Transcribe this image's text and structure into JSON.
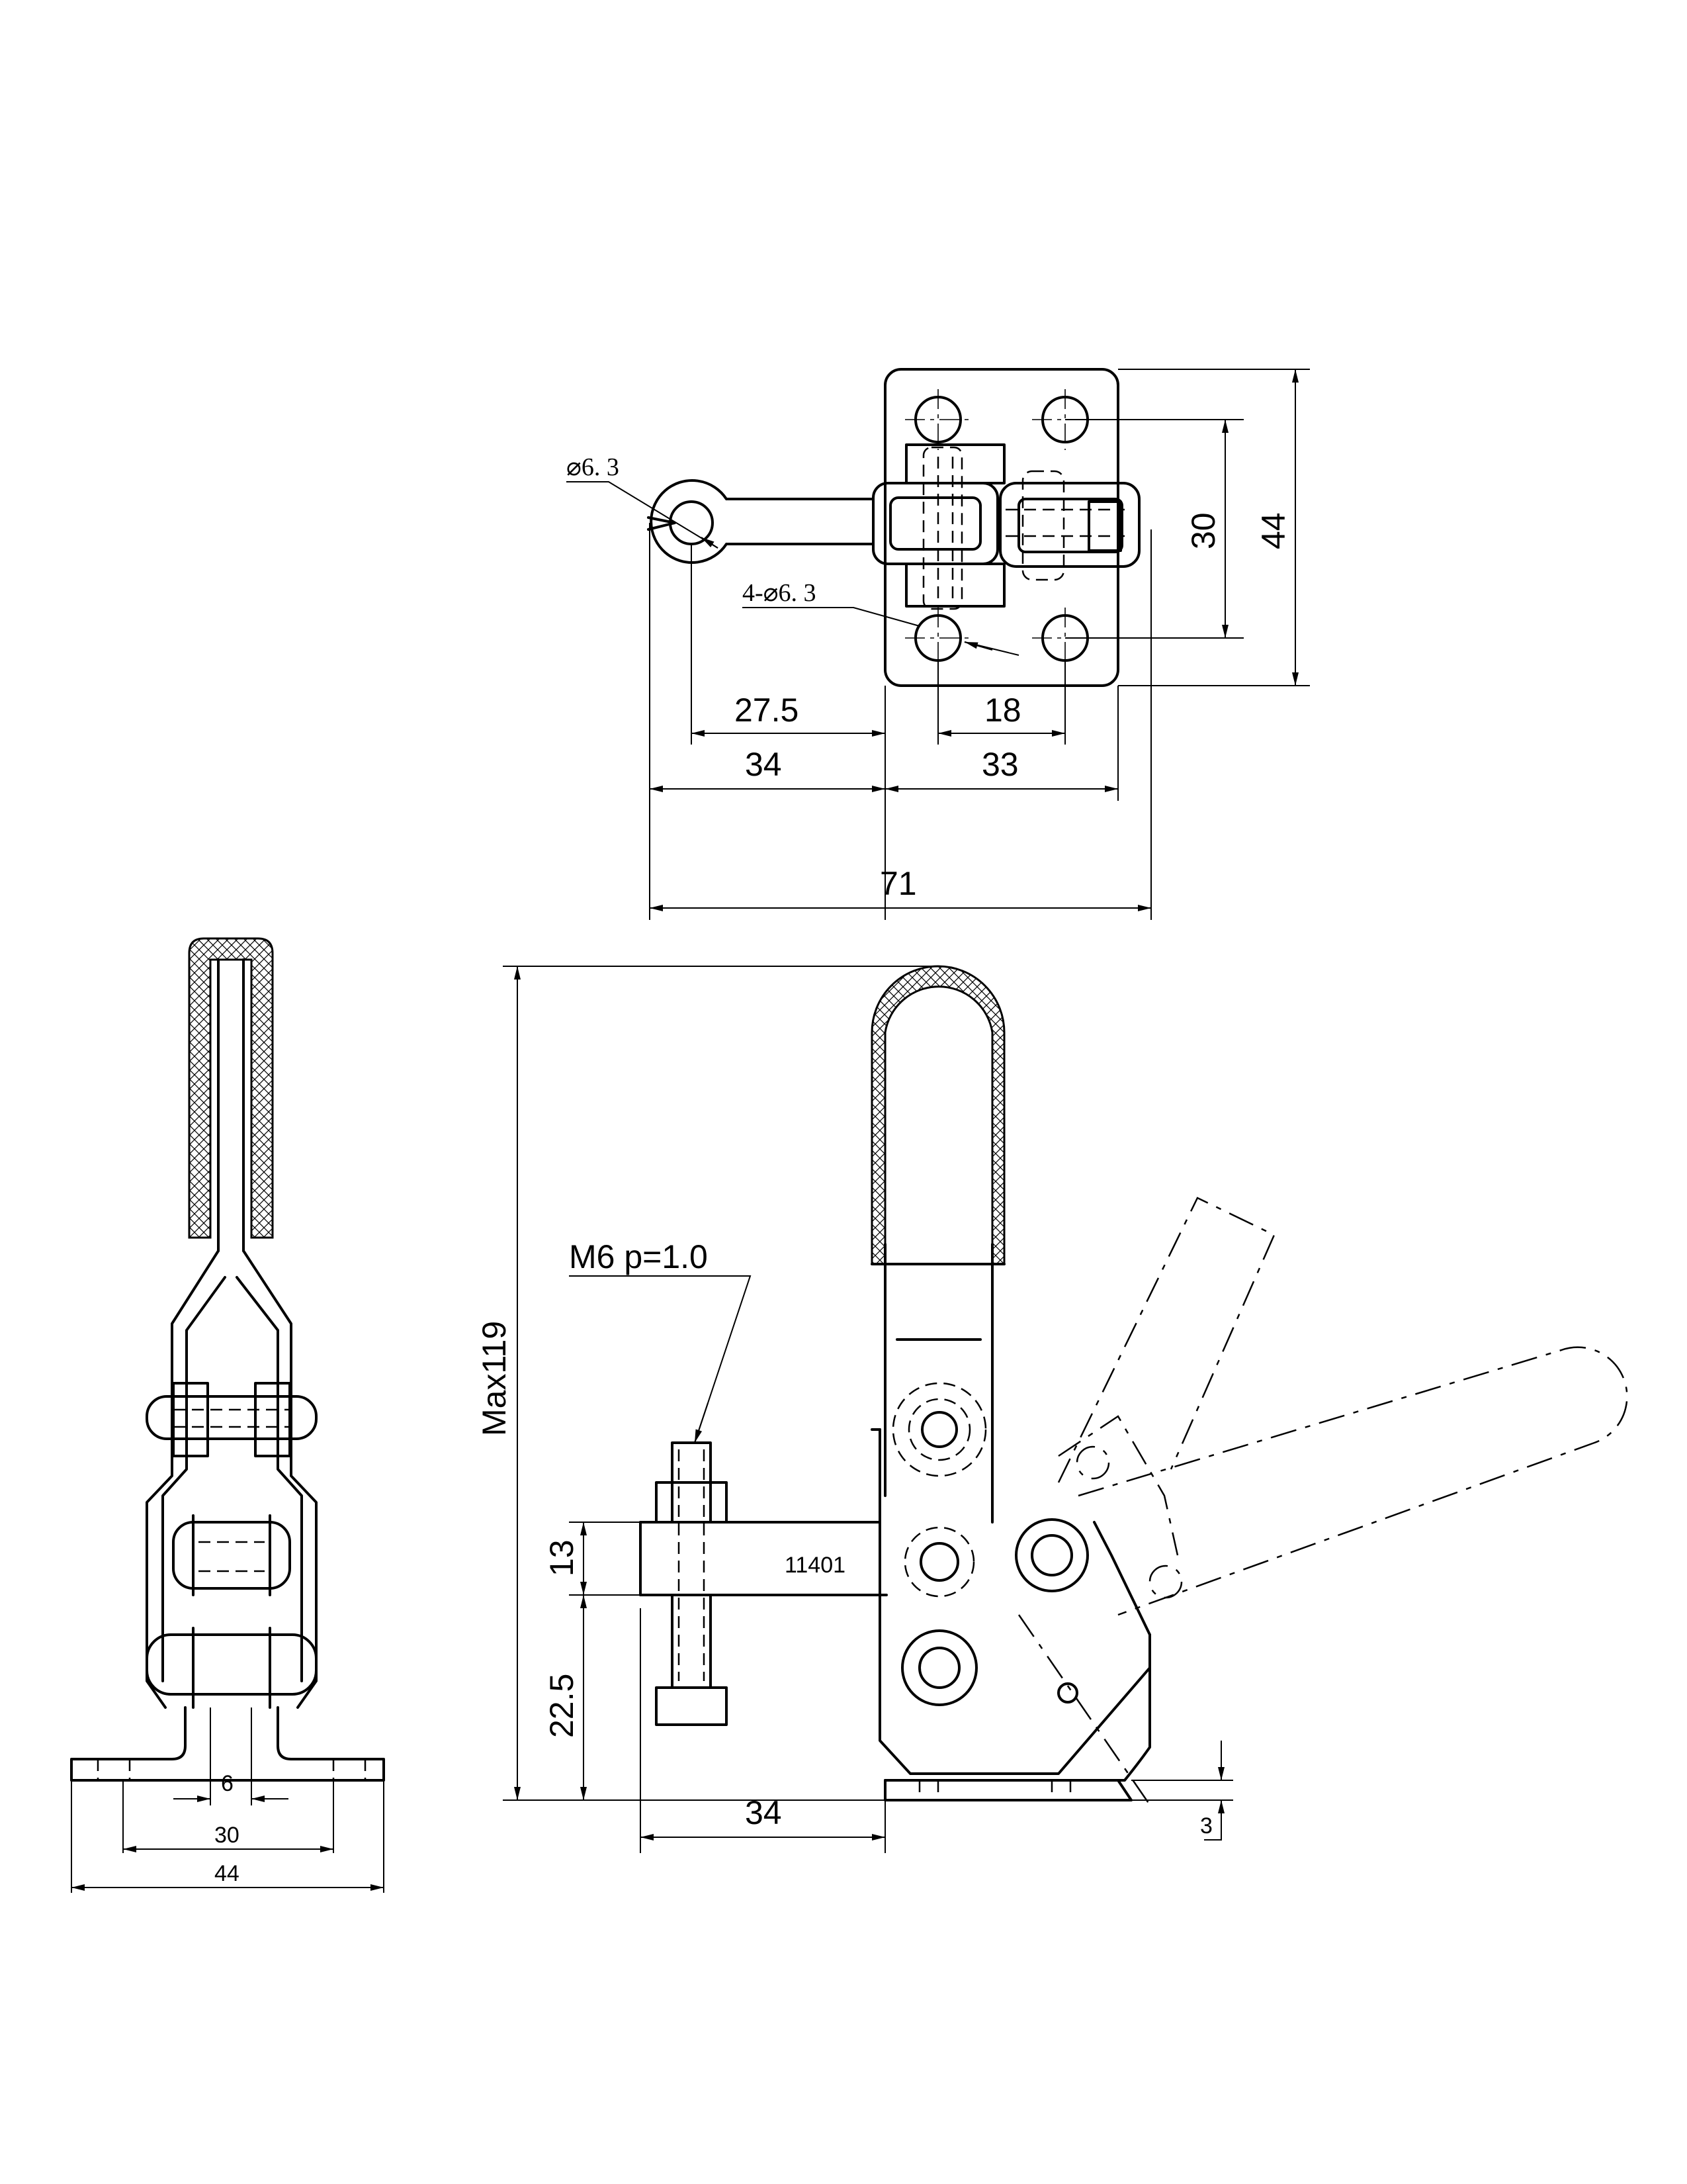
{
  "part_number": "11401",
  "thread_spec": "M6 p=1.0",
  "callouts": {
    "slot_diameter": "⌀6. 3",
    "mount_holes": "4-⌀6. 3"
  },
  "top_view": {
    "dim_27_5": "27.5",
    "dim_18": "18",
    "dim_34": "34",
    "dim_33": "33",
    "dim_71": "71",
    "dim_30": "30",
    "dim_44": "44"
  },
  "side_view": {
    "dim_max119": "Max119",
    "dim_13": "13",
    "dim_22_5": "22.5",
    "dim_34": "34",
    "dim_3": "3"
  },
  "end_view": {
    "dim_6": "6",
    "dim_30": "30",
    "dim_44": "44"
  }
}
